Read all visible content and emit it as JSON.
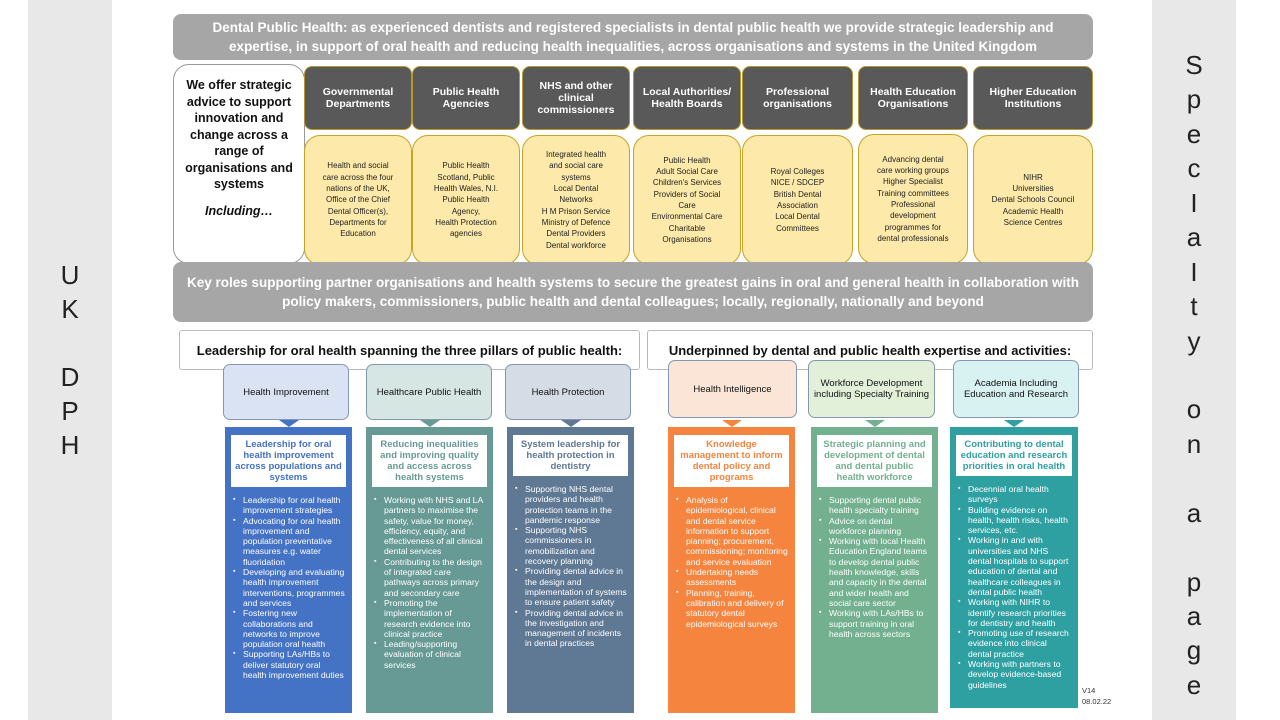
{
  "side_left": [
    "U",
    "K",
    "",
    "D",
    "P",
    "H"
  ],
  "side_right": [
    "S",
    "p",
    "e",
    "c",
    "I",
    "a",
    "I",
    "t",
    "y",
    "",
    "o",
    "n",
    "",
    "a",
    "",
    "p",
    "a",
    "g",
    "e"
  ],
  "top_banner": "Dental Public Health: as experienced dentists and registered specialists in dental public health we provide strategic leadership and expertise, in support of oral health and reducing health inequalities, across organisations and systems in the United Kingdom",
  "offer": {
    "text": "We offer strategic advice to support innovation and change across a range of organisations and systems",
    "including": "Including…"
  },
  "partners": [
    {
      "title": "Governmental Departments",
      "body": "Health and social\ncare across the four\nnations of the UK,\nOffice of the Chief\nDental Officer(s),\nDepartments for\nEducation"
    },
    {
      "title": "Public Health Agencies",
      "body": "Public Health\nScotland, Public\nHealth Wales, N.I.\nPublic Health\nAgency,\nHealth Protection\nagencies"
    },
    {
      "title": "NHS and other clinical commissioners",
      "body": "Integrated health\nand social care\nsystems\nLocal Dental\nNetworks\nH M Prison Service\nMinistry of Defence\nDental Providers\nDental workforce"
    },
    {
      "title": "Local Authorities/ Health Boards",
      "body": "Public Health\nAdult Social Care\nChildren's Services\nProviders of Social\nCare\nEnvironmental Care\nCharitable\nOrganisations"
    },
    {
      "title": "Professional organisations",
      "body": "Royal Colleges\nNICE / SDCEP\nBritish Dental\nAssociation\nLocal Dental\nCommittees"
    },
    {
      "title": "Health Education Organisations",
      "body": "Advancing dental\ncare working groups\nHigher Specialist\nTraining committees\nProfessional\ndevelopment\nprogrammes for\ndental professionals"
    },
    {
      "title": "Higher Education Institutions",
      "body": "NIHR\nUniversities\nDental Schools Council\nAcademic Health\nScience Centres"
    }
  ],
  "key_roles": "Key roles supporting partner organisations and health systems to secure the greatest gains in oral and general health in collaboration with policy makers, commissioners, public health and dental colleagues; locally, regionally, nationally and beyond",
  "section_left": "Leadership for oral health spanning the three pillars of public health:",
  "section_right": "Underpinned by dental and public health expertise and activities:",
  "pillars": [
    {
      "title": "Health Improvement",
      "heading": "Leadership for oral health improvement across populations and systems",
      "items": [
        "Leadership for oral health improvement strategies",
        "Advocating for oral health improvement and population preventative measures e.g. water fluoridation",
        "Developing and evaluating health improvement interventions, programmes and services",
        "Fostering new collaborations and networks to improve population oral health",
        "Supporting LAs/HBs to deliver statutory oral health improvement duties"
      ]
    },
    {
      "title": "Healthcare Public Health",
      "heading": "Reducing inequalities and improving quality and access across health systems",
      "items": [
        "Working with NHS and LA partners to maximise the safety, value for money, efficiency, equity, and effectiveness of all clinical dental services",
        "Contributing to the design of integrated care pathways across primary and secondary care",
        "Promoting the implementation of research evidence into clinical practice",
        "Leading/supporting evaluation of clinical services"
      ]
    },
    {
      "title": "Health Protection",
      "heading": "System leadership for health protection in dentistry",
      "items": [
        "Supporting NHS dental providers and health protection teams in the pandemic response",
        "Supporting NHS commissioners in remobilization and recovery planning",
        "Providing dental advice in the design and implementation of systems to ensure patient safety",
        "Providing dental advice in the investigation and management of incidents in dental practices"
      ]
    },
    {
      "title": "Health Intelligence",
      "heading": "Knowledge management to inform dental policy and programs",
      "items": [
        "Analysis of epidemiological, clinical and dental service information to support planning; procurement, commissioning; monitoring and service evaluation",
        "Undertaking needs assessments",
        "Planning, training, calibration and delivery of statutory dental epidemiological surveys"
      ]
    },
    {
      "title": "Workforce Development including Specialty Training",
      "heading": "Strategic planning and development of dental and dental public health workforce",
      "items": [
        "Supporting dental public health specialty training",
        "Advice on dental workforce planning",
        "Working with local Health Education England teams to develop dental public health knowledge, skills and capacity in the dental and wider health and social care sector",
        "Working with LAs/HBs to support training in oral health across sectors"
      ]
    },
    {
      "title": "Academia Including Education and Research",
      "heading": "Contributing to dental education and research priorities in oral health",
      "items": [
        "Decennial oral health surveys",
        "Building evidence on health, health risks, health services, etc.",
        "Working in and with universities and NHS dental hospitals to support education of dental and healthcare colleagues in dental public health",
        "Working with NIHR to identify research priorities for dentistry and health",
        "Promoting use of research evidence into clinical dental practice",
        "Working with partners to develop evidence-based guidelines"
      ]
    }
  ],
  "version": "V14",
  "date": "08.02.22",
  "colors": {
    "col": [
      "#4472c4",
      "#679a95",
      "#5f7894",
      "#f4843e",
      "#72b08f",
      "#2fa0a2"
    ],
    "hdr": [
      "#dae3f3",
      "#d6e6e3",
      "#d6dce5",
      "#fbe5d6",
      "#e2f0d9",
      "#d8f2f2"
    ]
  }
}
